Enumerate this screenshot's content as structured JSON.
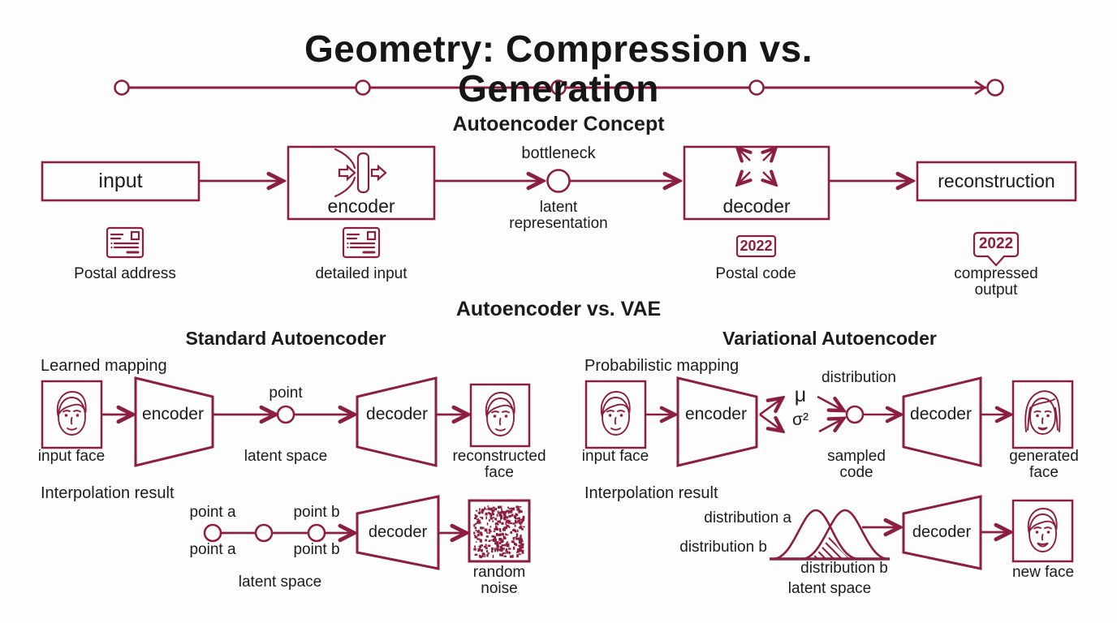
{
  "colors": {
    "accent": "#8b1e41",
    "text": "#1b1b1b",
    "background": "#fdfdfb"
  },
  "title": "Geometry: Compression vs. Generation",
  "timeline": {
    "icon": "progress-timeline",
    "stops": 5
  },
  "concept": {
    "heading": "Autoencoder Concept",
    "input_label": "input",
    "encoder_label": "encoder",
    "encoder_icon": "funnel-compress-icon",
    "bottleneck_label": "bottleneck",
    "latent_label": "latent\nrepresentation",
    "decoder_label": "decoder",
    "decoder_icon": "expand-arrows-icon",
    "reconstruction_label": "reconstruction",
    "examples": [
      {
        "icon": "postcard-icon",
        "caption": "Postal address"
      },
      {
        "icon": "postcard-icon",
        "caption": "detailed input"
      },
      {
        "icon": "tag-box",
        "tag": "2022",
        "caption": "Postal code"
      },
      {
        "icon": "speech-bubble-tag",
        "tag": "2022",
        "caption": "compressed output"
      }
    ]
  },
  "comparison": {
    "heading": "Autoencoder vs. VAE",
    "standard": {
      "heading": "Standard Autoencoder",
      "mapping_label": "Learned mapping",
      "input_caption": "input face",
      "encoder_label": "encoder",
      "point_label": "point",
      "latent_space_label": "latent space",
      "decoder_label": "decoder",
      "output_caption": "reconstructed\nface",
      "interpolation_label": "Interpolation result",
      "point_a_label": "point a",
      "point_b_label": "point b",
      "interp_decoder_label": "decoder",
      "interp_latent_label": "latent space",
      "noise_caption": "random\nnoise",
      "noise_icon": "noise-square-icon"
    },
    "vae": {
      "heading": "Variational Autoencoder",
      "mapping_label": "Probabilistic mapping",
      "input_caption": "input face",
      "encoder_label": "encoder",
      "mu_label": "μ",
      "sigma_label": "σ²",
      "distribution_label": "distribution",
      "sampled_code_caption": "sampled\ncode",
      "decoder_label": "decoder",
      "output_caption": "generated\nface",
      "interpolation_label": "Interpolation result",
      "dist_a_label": "distribution a",
      "dist_b_label": "distribution b",
      "dist_b_below_label": "distribution b",
      "interp_latent_label": "latent space",
      "interp_decoder_label": "decoder",
      "new_face_caption": "new face"
    }
  }
}
